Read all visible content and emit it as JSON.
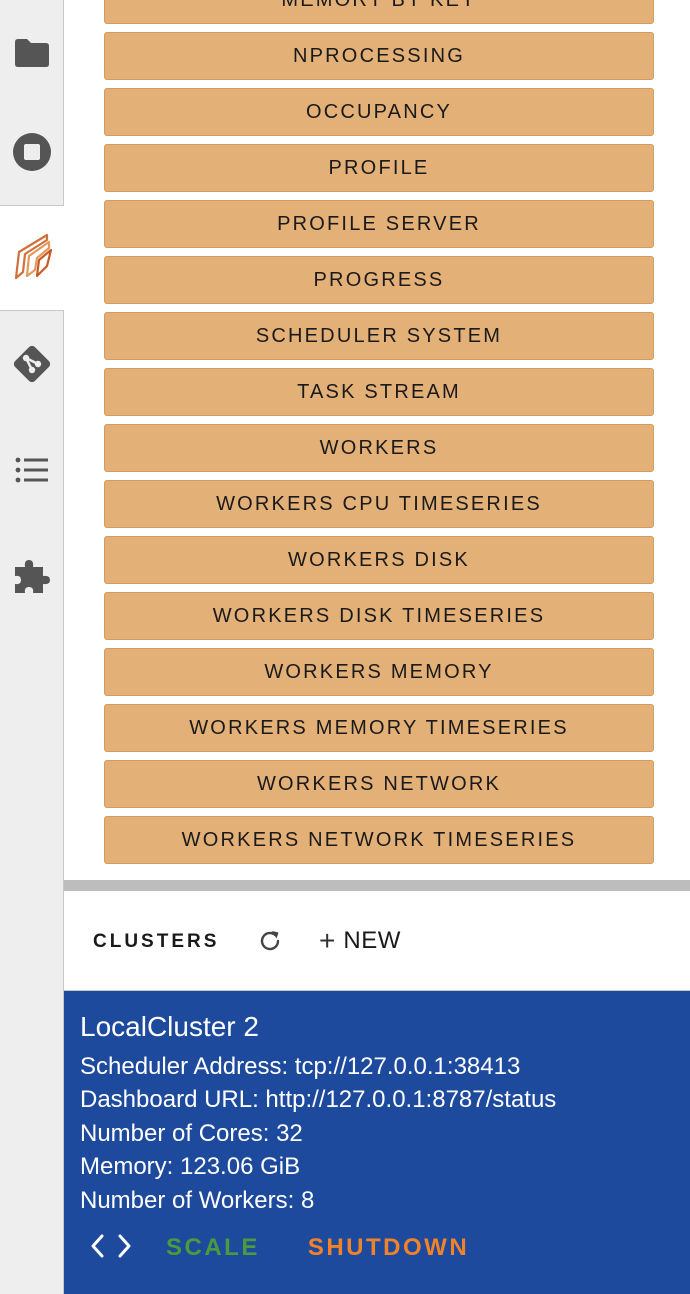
{
  "sidebar": {
    "items": [
      {
        "icon": "folder-icon",
        "active": false
      },
      {
        "icon": "stop-circle-icon",
        "active": false
      },
      {
        "icon": "dask-logo-icon",
        "active": true
      },
      {
        "icon": "git-icon",
        "active": false
      },
      {
        "icon": "list-icon",
        "active": false
      },
      {
        "icon": "puzzle-extension-icon",
        "active": false
      }
    ]
  },
  "dashboards": {
    "items": [
      "MEMORY BY KEY",
      "NPROCESSING",
      "OCCUPANCY",
      "PROFILE",
      "PROFILE SERVER",
      "PROGRESS",
      "SCHEDULER SYSTEM",
      "TASK STREAM",
      "WORKERS",
      "WORKERS CPU TIMESERIES",
      "WORKERS DISK",
      "WORKERS DISK TIMESERIES",
      "WORKERS MEMORY",
      "WORKERS MEMORY TIMESERIES",
      "WORKERS NETWORK",
      "WORKERS NETWORK TIMESERIES"
    ],
    "button_color": "#e3b078"
  },
  "clusters": {
    "title": "CLUSTERS",
    "new_label": "NEW",
    "new_symbol": "+"
  },
  "cluster": {
    "name": "LocalCluster 2",
    "scheduler_address": "Scheduler Address: tcp://127.0.0.1:38413",
    "dashboard_url": "Dashboard URL: http://127.0.0.1:8787/status",
    "cores": "Number of Cores: 32",
    "memory": "Memory: 123.06 GiB",
    "workers": "Number of Workers: 8",
    "scale_label": "SCALE",
    "shutdown_label": "SHUTDOWN",
    "card_color": "#1e4a9e",
    "scale_color": "#4a9b3d",
    "shutdown_color": "#f0832a"
  }
}
